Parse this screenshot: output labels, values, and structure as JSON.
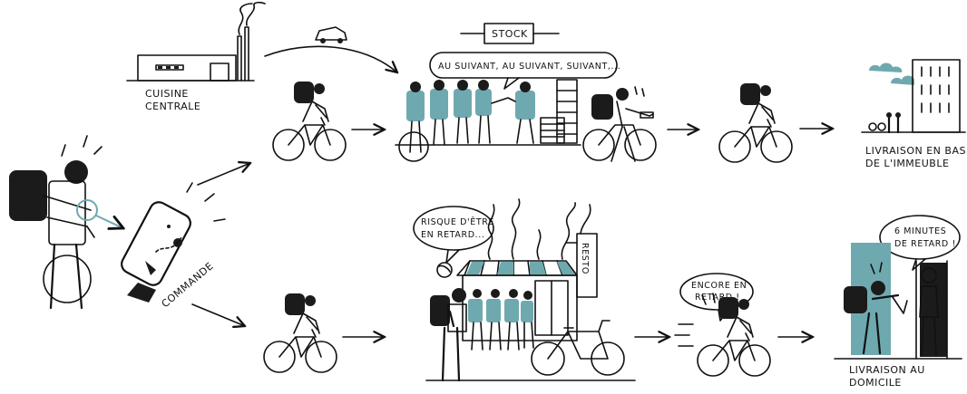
{
  "labels": {
    "central_kitchen_line1": "CUISINE",
    "central_kitchen_line2": "CENTRALE",
    "stock": "STOCK",
    "queue_speech": "AU SUIVANT, AU SUIVANT, SUIVANT,...",
    "building_delivery_line1": "LIVRAISON EN BAS",
    "building_delivery_line2": "DE L'IMMEUBLE",
    "order": "COMMANDE",
    "late_risk_line1": "RISQUE D'ÊTRE",
    "late_risk_line2": "EN RETARD...",
    "resto": "RESTO",
    "still_late_line1": "ENCORE EN",
    "still_late_line2": "RETARD !",
    "minutes_late_line1": "6 MINUTES",
    "minutes_late_line2": "DE RETARD !",
    "home_delivery_line1": "LIVRAISON AU",
    "home_delivery_line2": "DOMICILE"
  },
  "colors": {
    "ink": "#111111",
    "accent_teal": "#6fa9b0",
    "background": "#ffffff"
  }
}
